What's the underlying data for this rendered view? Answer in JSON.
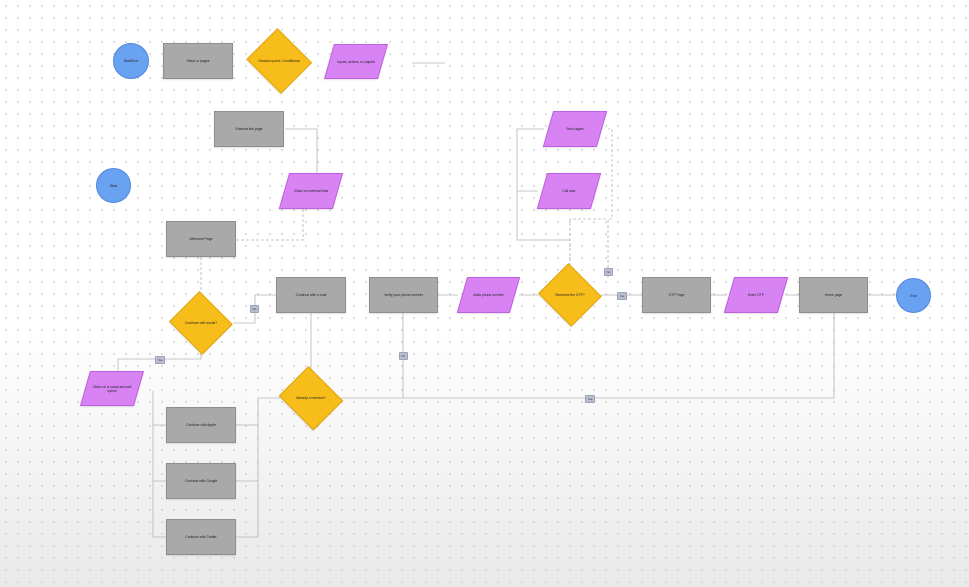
{
  "legend": {
    "start_end": "Start/End",
    "steps": "Steps or pages",
    "decision": "Decision point / Conditional",
    "input": "Inputs, actions or outputs"
  },
  "nodes": {
    "start": "Start",
    "end": "End",
    "welcome_page": "Welcome Page",
    "external_page": "External link page",
    "click_external_link": "Clicks on external links",
    "continue_social_q": "Continue with social?",
    "click_social_option": "Clicks on a social account option",
    "continue_apple": "Continue with Apple",
    "continue_google": "Continue with Google",
    "continue_twitter": "Continue with Twitter",
    "continue_email": "Continue with e-mail",
    "already_number": "Already a member?",
    "verify_phone": "Verify your phone number",
    "add_phone": "Adds phone number",
    "received_otp": "Received the OTP?",
    "send_again": "Send again",
    "call_user": "Call user",
    "otp_page": "OTP Page",
    "enter_otp": "Enter OTP",
    "home_page": "Home page"
  },
  "edge_labels": {
    "no_social": "No",
    "yes_social": "Yes",
    "no_member": "No",
    "yes_member": "Yes",
    "no_otp": "No",
    "yes_otp": "Yes"
  }
}
